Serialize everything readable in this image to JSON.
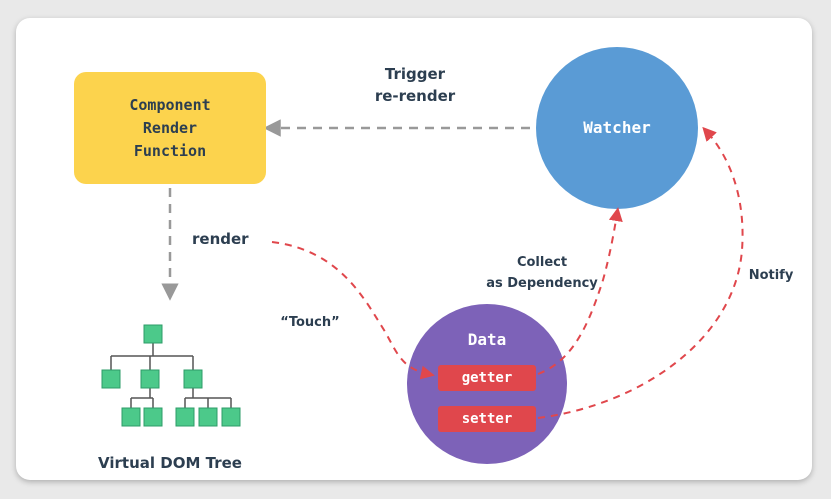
{
  "component_box": {
    "label": "Component\nRender\nFunction"
  },
  "watcher": {
    "label": "Watcher"
  },
  "data_node": {
    "label": "Data",
    "getter": "getter",
    "setter": "setter"
  },
  "edges": {
    "trigger": "Trigger\nre-render",
    "render": "render",
    "touch": "“Touch”",
    "collect": "Collect\nas Dependency",
    "notify": "Notify"
  },
  "vdom": {
    "label": "Virtual DOM Tree"
  },
  "colors": {
    "component": "#fcd34d",
    "watcher": "#5a9bd5",
    "data": "#7d62b8",
    "pill": "#e0474c",
    "dashed_gray": "#999999",
    "dashed_red": "#e0474c",
    "tree_node": "#4cc98a",
    "text": "#2c3e50"
  }
}
